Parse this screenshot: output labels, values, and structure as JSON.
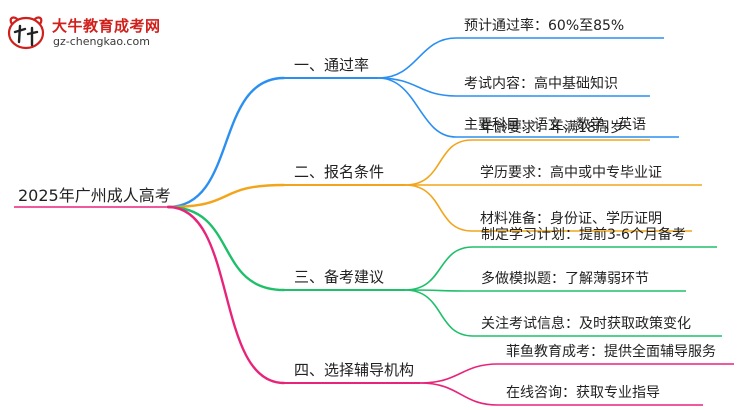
{
  "logo": {
    "title": "大牛教育成考网",
    "url": "gz-chengkao.com",
    "mark_text": "大牛"
  },
  "mindmap": {
    "root": "2025年广州成人高考",
    "branches": [
      {
        "label": "一、通过率",
        "color": "#2b8ff2",
        "children": [
          "预计通过率：60%至85%",
          "考试内容：高中基础知识",
          "主要科目：语文、数学、英语"
        ]
      },
      {
        "label": "二、报名条件",
        "color": "#f2a51a",
        "children": [
          "年龄要求：年满18周岁",
          "学历要求：高中或中专毕业证",
          "材料准备：身份证、学历证明"
        ]
      },
      {
        "label": "三、备考建议",
        "color": "#1fbf6a",
        "children": [
          "制定学习计划：提前3-6个月备考",
          "多做模拟题：了解薄弱环节",
          "关注考试信息：及时获取政策变化"
        ]
      },
      {
        "label": "四、选择辅导机构",
        "color": "#e8247a",
        "children": [
          "菲鱼教育成考：提供全面辅导服务",
          "在线咨询：获取专业指导"
        ]
      }
    ]
  }
}
